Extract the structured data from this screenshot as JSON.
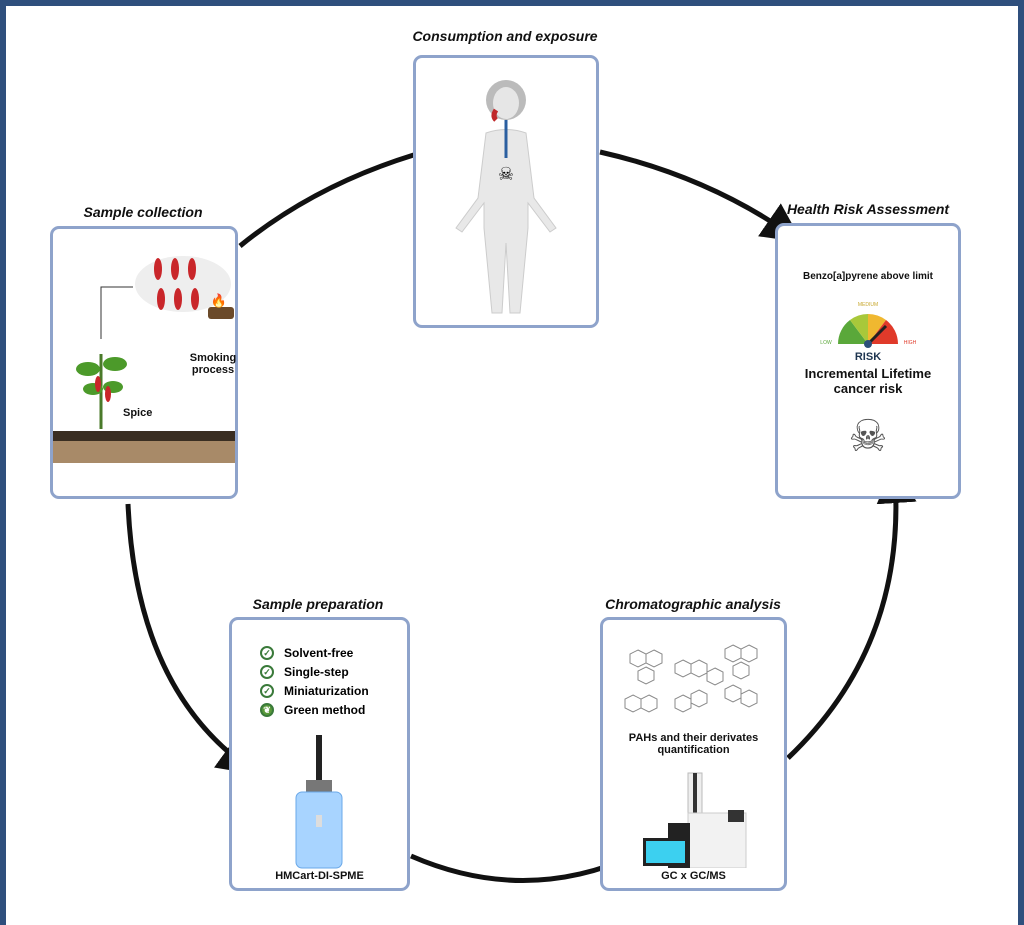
{
  "stages": {
    "consumption": {
      "title": "Consumption and exposure"
    },
    "collection": {
      "title": "Sample collection",
      "smoking_label": "Smoking process",
      "spice_label": "Spice"
    },
    "risk": {
      "title": "Health Risk Assessment",
      "finding": "Benzo[a]pyrene above limit",
      "gauge": {
        "low": "LOW",
        "medium": "MEDIUM",
        "high": "HIGH",
        "label": "RISK"
      },
      "metric": "Incremental Lifetime cancer risk"
    },
    "preparation": {
      "title": "Sample preparation",
      "features": [
        {
          "label": "Solvent-free",
          "icon": "check-circle-icon"
        },
        {
          "label": "Single-step",
          "icon": "check-circle-icon"
        },
        {
          "label": "Miniaturization",
          "icon": "check-circle-icon"
        },
        {
          "label": "Green method",
          "icon": "leaf-icon"
        }
      ],
      "method": "HMCart-DI-SPME"
    },
    "analysis": {
      "title": "Chromatographic analysis",
      "description": "PAHs and their derivates quantification",
      "instrument": "GC x GC/MS"
    }
  },
  "colors": {
    "frame": "#2f4f7d",
    "box_border": "#8ea3cb",
    "arrow": "#111111"
  }
}
